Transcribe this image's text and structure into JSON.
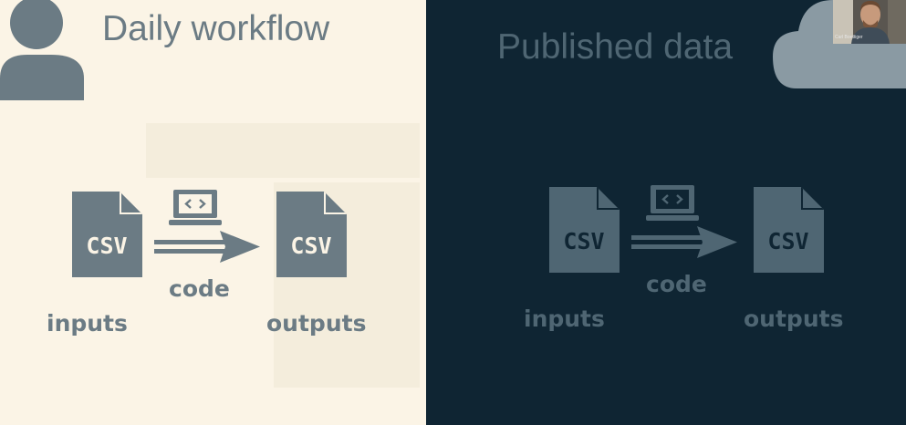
{
  "left_panel": {
    "title": "Daily workflow",
    "file_icon_text_1": "CSV",
    "file_icon_text_2": "CSV",
    "code_label": "code",
    "inputs_label": "inputs",
    "outputs_label": "outputs",
    "icons": [
      "user-icon",
      "csv-file-icon",
      "laptop-code-icon",
      "arrow-right-icon"
    ]
  },
  "right_panel": {
    "title": "Published data",
    "file_icon_text_1": "CSV",
    "file_icon_text_2": "CSV",
    "code_label": "code",
    "inputs_label": "inputs",
    "outputs_label": "outputs",
    "icons": [
      "cloud-icon",
      "csv-file-icon",
      "laptop-code-icon",
      "arrow-right-icon"
    ]
  },
  "webcam": {
    "name": "Carl Boettiger"
  },
  "colors": {
    "left_background": "#fbf4e6",
    "right_background": "#0f2533",
    "left_icon": "#6b7b84",
    "right_icon": "#4f6673",
    "cloud": "#8a9aa3"
  }
}
